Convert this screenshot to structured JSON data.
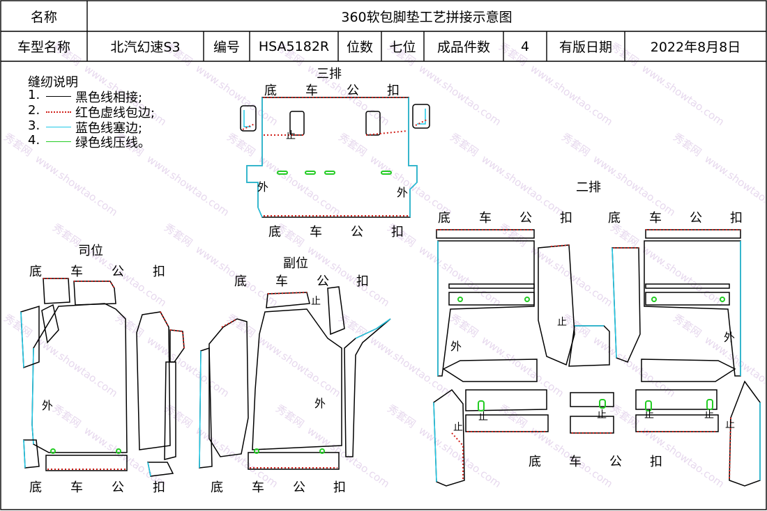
{
  "header": {
    "name_label": "名称",
    "title": "360软包脚垫工艺拼接示意图",
    "model_label": "车型名称",
    "model_value": "北汽幻速S3",
    "code_label": "编号",
    "code_value": "HSA5182R",
    "seats_label": "位数",
    "seats_value": "七位",
    "pieces_label": "成品件数",
    "pieces_value": "4",
    "date_label": "有版日期",
    "date_value": "2022年8月8日"
  },
  "legend": {
    "title": "缝纫说明",
    "items": [
      {
        "num": "1.",
        "text": "黑色线相接;",
        "color": "#000000",
        "style": "solid"
      },
      {
        "num": "2.",
        "text": "红色虚线包边;",
        "color": "#d0201a",
        "style": "dotted"
      },
      {
        "num": "3.",
        "text": "蓝色线塞边;",
        "color": "#1ec8e6",
        "style": "solid"
      },
      {
        "num": "4.",
        "text": "绿色线压线。",
        "color": "#22cc22",
        "style": "solid"
      }
    ]
  },
  "sections": {
    "third_row": "三排",
    "second_row": "二排",
    "driver": "司位",
    "passenger": "副位"
  },
  "marks": {
    "bottom_words": [
      "底",
      "车",
      "公",
      "扣"
    ],
    "outside": "外",
    "stop": "止"
  },
  "watermark": {
    "cn": "秀套网",
    "url": "www.showtao.com"
  },
  "colors": {
    "black": "#000000",
    "red": "#d0201a",
    "cyan": "#1ec8e6",
    "green": "#22cc22"
  }
}
